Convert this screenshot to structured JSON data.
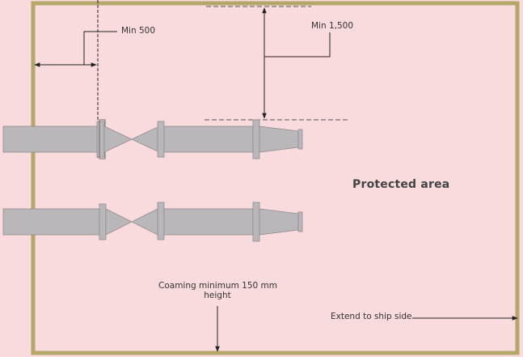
{
  "labels": {
    "min_500": "Min 500",
    "min_1500": "Min 1,500",
    "protected_area": "Protected area",
    "coaming_line1": "Coaming minimum 150 mm",
    "coaming_line2": "height",
    "extend": "Extend to ship side"
  },
  "colors": {
    "background": "#f9dadd",
    "border": "#b3a76a",
    "pipe": "#b9b7b9",
    "pipe_stroke": "#8f8d90",
    "line": "#222222"
  }
}
